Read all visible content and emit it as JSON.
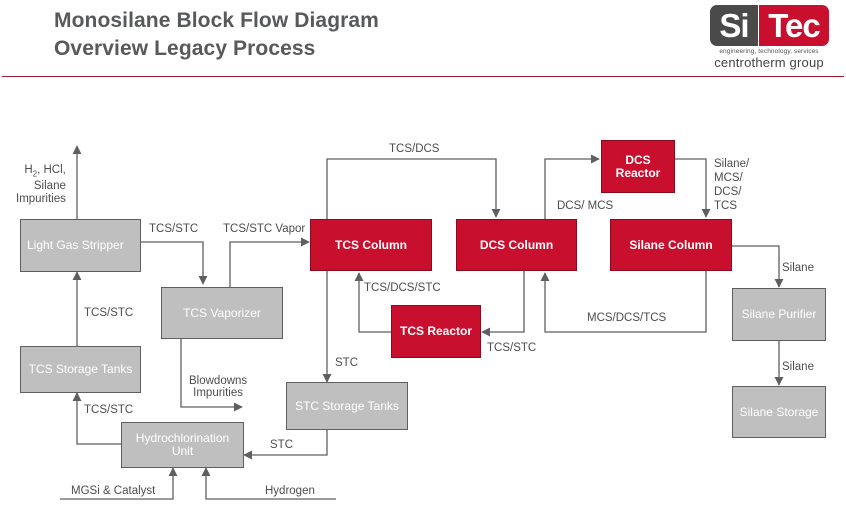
{
  "header": {
    "title_line1": "Monosilane Block Flow Diagram",
    "title_line2": "Overview Legacy Process"
  },
  "logo": {
    "part1": "Si",
    "part2": "Tec",
    "tagline": "engineering, technology, services",
    "group": "centrotherm group",
    "colors": {
      "dark": "#4a4a4a",
      "red": "#c8102e"
    }
  },
  "colors": {
    "process_red": "#c8102e",
    "utility_gray": "#bfbfbf",
    "line": "#5f5f5f",
    "rule": "#9b1b2e"
  },
  "blocks": {
    "light_gas_stripper": "Light Gas Stripper",
    "tcs_vaporizer": "TCS Vaporizer",
    "tcs_storage_tanks": "TCS Storage Tanks",
    "hydrochlorination_line1": "Hydrochlorination",
    "hydrochlorination_line2": "Unit",
    "stc_storage_tanks": "STC Storage Tanks",
    "tcs_column": "TCS Column",
    "tcs_reactor": "TCS Reactor",
    "dcs_column": "DCS Column",
    "dcs_reactor_line1": "DCS",
    "dcs_reactor_line2": "Reactor",
    "silane_column": "Silane Column",
    "silane_purifier": "Silane Purifier",
    "silane_storage": "Silane Storage"
  },
  "streams": {
    "vent_line1_main": "H",
    "vent_line1_sub": "2",
    "vent_line1_rest": ", HCl,",
    "vent_line2": "Silane",
    "vent_line3": "Impurities",
    "stripper_to_vaporizer": "TCS/STC",
    "vaporizer_to_tcs_column": "TCS/STC Vapor",
    "tcs_to_dcs_column": "TCS/DCS",
    "dcs_column_to_reactor": "DCS/ MCS",
    "dcs_reactor_out_1": "Silane/",
    "dcs_reactor_out_2": "MCS/",
    "dcs_reactor_out_3": "DCS/",
    "dcs_reactor_out_4": "TCS",
    "tcs_reactor_to_tcs_column": "TCS/DCS/STC",
    "dcs_column_to_tcs_reactor": "TCS/STC",
    "silane_column_recycle": "MCS/DCS/TCS",
    "silane_to_purifier": "Silane",
    "purifier_to_storage": "Silane",
    "storage_to_stripper": "TCS/STC",
    "hydro_to_storage": "TCS/STC",
    "blowdowns_line1": "Blowdowns",
    "blowdowns_line2": "Impurities",
    "stc_to_storage": "STC",
    "stc_to_hydro": "STC",
    "mgsi_feed": "MGSi & Catalyst",
    "hydrogen_feed": "Hydrogen"
  }
}
